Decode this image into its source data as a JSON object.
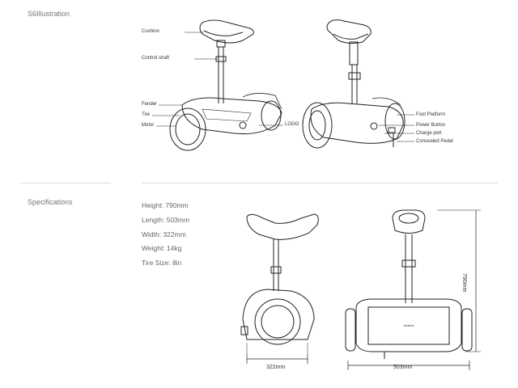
{
  "illustration": {
    "title": "S6Illustration",
    "left_labels": {
      "cushion": "Cushion",
      "control_shaft": "Control shaft",
      "fender": "Fender",
      "tire": "Tire",
      "motor": "Motor",
      "logo": "LOGO"
    },
    "right_labels": {
      "foot_platform": "Foot Platform",
      "power_button": "Power Button",
      "charge_port": "Charge port",
      "concealed_pedal": "Concealed Pedal"
    }
  },
  "specifications": {
    "title": "Specifications",
    "items": [
      "Height: 790mm",
      "Length: 503mm",
      "Width: 322mm",
      "Weight: 14kg",
      "Tire Size: 8in"
    ]
  },
  "dimensions": {
    "width": "322mm",
    "length": "503mm",
    "height": "790mm",
    "front_brand": "ninebot"
  }
}
